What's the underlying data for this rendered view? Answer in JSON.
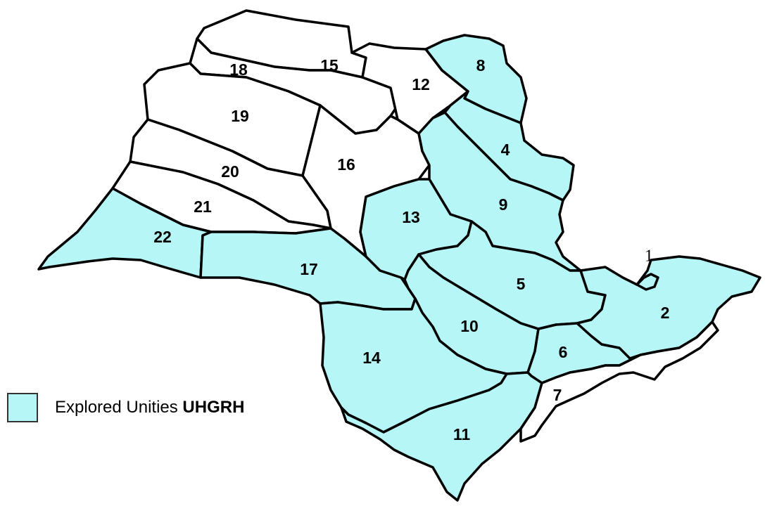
{
  "colors": {
    "explored": "#b7f6f6",
    "unexplored": "#ffffff",
    "border": "#000000"
  },
  "legend": {
    "label": "Explored Unities",
    "label_bold": "UHGRH",
    "swatch_color": "#b7f6f6"
  },
  "regions": [
    {
      "id": "1",
      "label": "1",
      "explored": true
    },
    {
      "id": "2",
      "label": "2",
      "explored": true
    },
    {
      "id": "4",
      "label": "4",
      "explored": true
    },
    {
      "id": "5",
      "label": "5",
      "explored": true
    },
    {
      "id": "6",
      "label": "6",
      "explored": true
    },
    {
      "id": "7",
      "label": "7",
      "explored": false
    },
    {
      "id": "8",
      "label": "8",
      "explored": true
    },
    {
      "id": "9",
      "label": "9",
      "explored": true
    },
    {
      "id": "10",
      "label": "10",
      "explored": true
    },
    {
      "id": "11",
      "label": "11",
      "explored": true
    },
    {
      "id": "12",
      "label": "12",
      "explored": false
    },
    {
      "id": "13",
      "label": "13",
      "explored": true
    },
    {
      "id": "14",
      "label": "14",
      "explored": true
    },
    {
      "id": "15",
      "label": "15",
      "explored": false
    },
    {
      "id": "16",
      "label": "16",
      "explored": false
    },
    {
      "id": "17",
      "label": "17",
      "explored": true
    },
    {
      "id": "18",
      "label": "18",
      "explored": false
    },
    {
      "id": "19",
      "label": "19",
      "explored": false
    },
    {
      "id": "20",
      "label": "20",
      "explored": false
    },
    {
      "id": "21",
      "label": "21",
      "explored": false
    },
    {
      "id": "22",
      "label": "22",
      "explored": true
    }
  ]
}
